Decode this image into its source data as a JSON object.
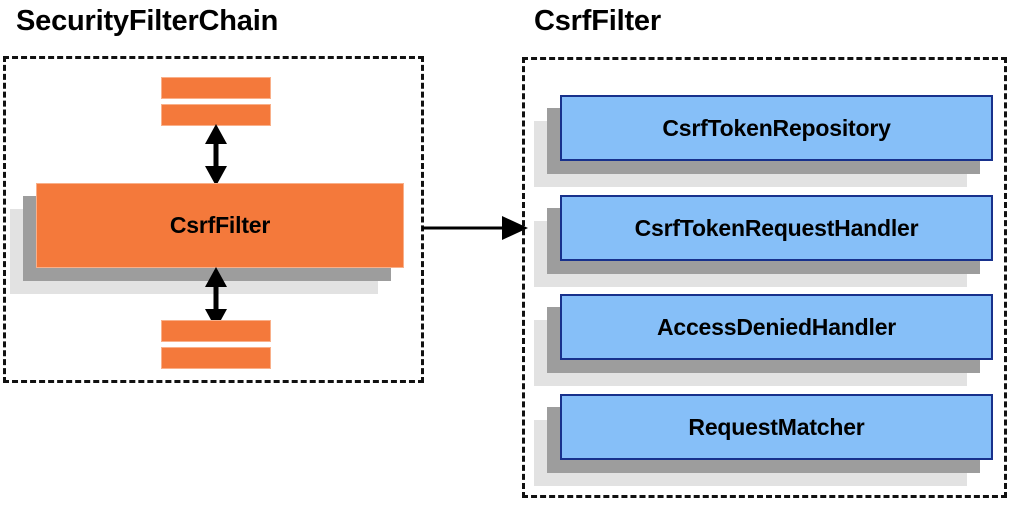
{
  "diagram": {
    "title_left": "SecurityFilterChain",
    "title_right": "CsrfFilter",
    "colors": {
      "filter_orange": "#f4793b",
      "component_blue": "#86bff8",
      "component_border": "#18318c",
      "shadow_near": "#9d9d9d",
      "shadow_far": "#e2e2e2",
      "group_border": "#111111",
      "arrow": "#000000"
    }
  },
  "left_panel": {
    "title": "SecurityFilterChain",
    "highlighted_filter": "CsrfFilter",
    "filters_above": [
      {
        "label": ""
      },
      {
        "label": ""
      }
    ],
    "filters_below": [
      {
        "label": ""
      },
      {
        "label": ""
      }
    ],
    "arrows": [
      {
        "name": "filter-chain-arrow-above",
        "direction": "both",
        "orientation": "vertical"
      },
      {
        "name": "filter-chain-arrow-below",
        "direction": "both",
        "orientation": "vertical"
      }
    ]
  },
  "connector": {
    "name": "csrf-filter-detail-arrow",
    "direction": "right",
    "from": "SecurityFilterChain",
    "to": "CsrfFilter"
  },
  "right_panel": {
    "title": "CsrfFilter",
    "components": [
      {
        "label": "CsrfTokenRepository"
      },
      {
        "label": "CsrfTokenRequestHandler"
      },
      {
        "label": "AccessDeniedHandler"
      },
      {
        "label": "RequestMatcher"
      }
    ]
  }
}
